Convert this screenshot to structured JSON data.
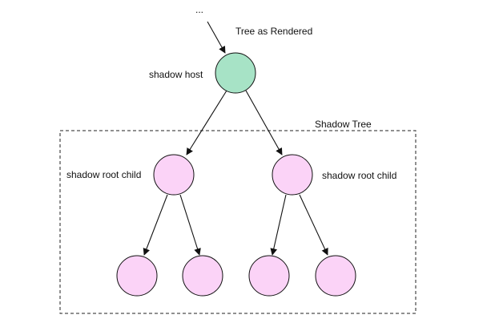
{
  "labels": {
    "ellipsis": "...",
    "tree_as_rendered": "Tree as Rendered",
    "shadow_host": "shadow host",
    "shadow_tree": "Shadow Tree",
    "shadow_root_child_left": "shadow root child",
    "shadow_root_child_right": "shadow root child"
  },
  "colors": {
    "host_fill": "#a7e3c6",
    "child_fill": "#fbd3f7",
    "stroke": "#111111"
  }
}
